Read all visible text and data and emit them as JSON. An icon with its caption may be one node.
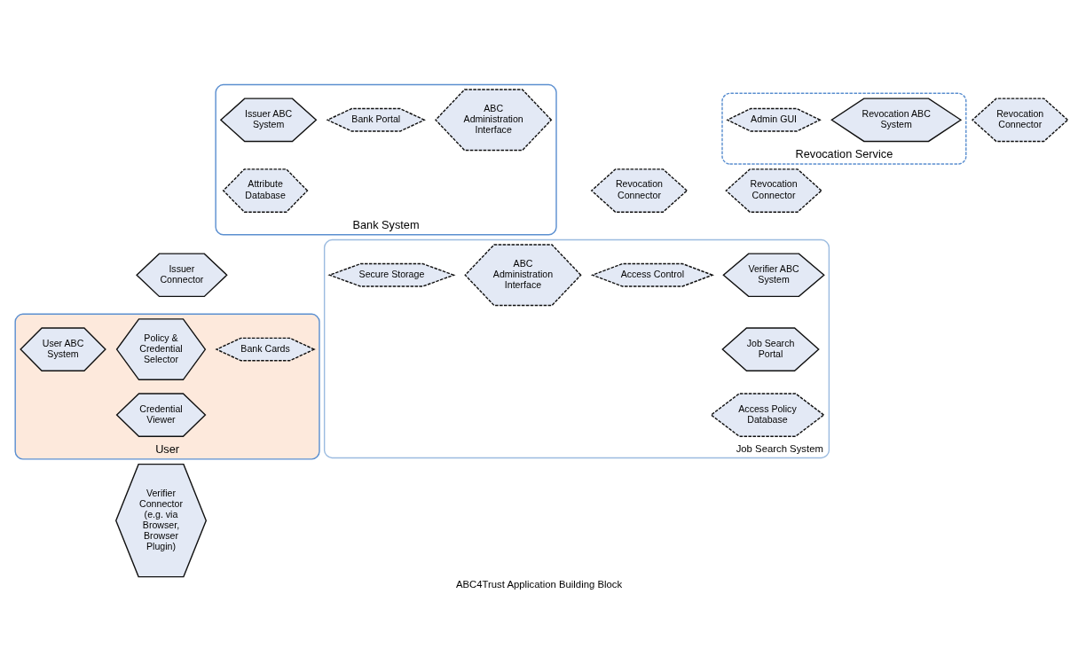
{
  "diagram": {
    "caption": "ABC4Trust Application Building Block",
    "nodes": [
      {
        "text": [
          "Bank System"
        ]
      },
      {
        "text": [
          "Issuer ABC System"
        ],
        "in": 0
      },
      {
        "text": [
          "Bank Portal"
        ],
        "in": 0
      },
      {
        "text": [
          "Attribute Database"
        ],
        "in": 0
      },
      {
        "text": [
          "ABC Administration Interface"
        ],
        "in": 0
      },
      {
        "text": [
          "Revocation Service"
        ]
      },
      {
        "text": [
          "Revocation ABC System"
        ],
        "in": 5
      },
      {
        "text": [
          "Admin GUI"
        ],
        "in": 5
      },
      {
        "text": [
          "Revocation Connector"
        ]
      },
      {
        "text": [
          "Issuer Connector"
        ]
      },
      {
        "text": [
          "User"
        ]
      },
      {
        "text": [
          "Policy & Credential Selector"
        ],
        "in": 10
      },
      {
        "text": [
          "Bank Cards"
        ],
        "in": 10
      },
      {
        "text": [
          "Credential Viewer"
        ],
        "in": 10
      },
      {
        "text": [
          "User ABC System"
        ],
        "in": 10
      },
      {
        "text": [
          "Revocation Connector"
        ]
      },
      {
        "text": [
          "Revocation Connector"
        ]
      },
      {
        "text": [
          "Verifier Connector (e.g. via Browser, Browser Plugin)"
        ]
      },
      {
        "text": [
          "Job Search System"
        ]
      },
      {
        "text": [
          "Verifier ABC System"
        ],
        "in": 18
      },
      {
        "text": [
          "Access Control"
        ],
        "in": 18
      },
      {
        "text": [
          "Job Search Portal"
        ],
        "in": 18
      },
      {
        "text": [
          "ABC Administration Interface"
        ],
        "in": 18
      },
      {
        "text": [
          "Access Policy Database"
        ],
        "in": 18
      },
      {
        "text": [
          "Secure Storage"
        ],
        "in": 18
      }
    ],
    "edges": []
  }
}
